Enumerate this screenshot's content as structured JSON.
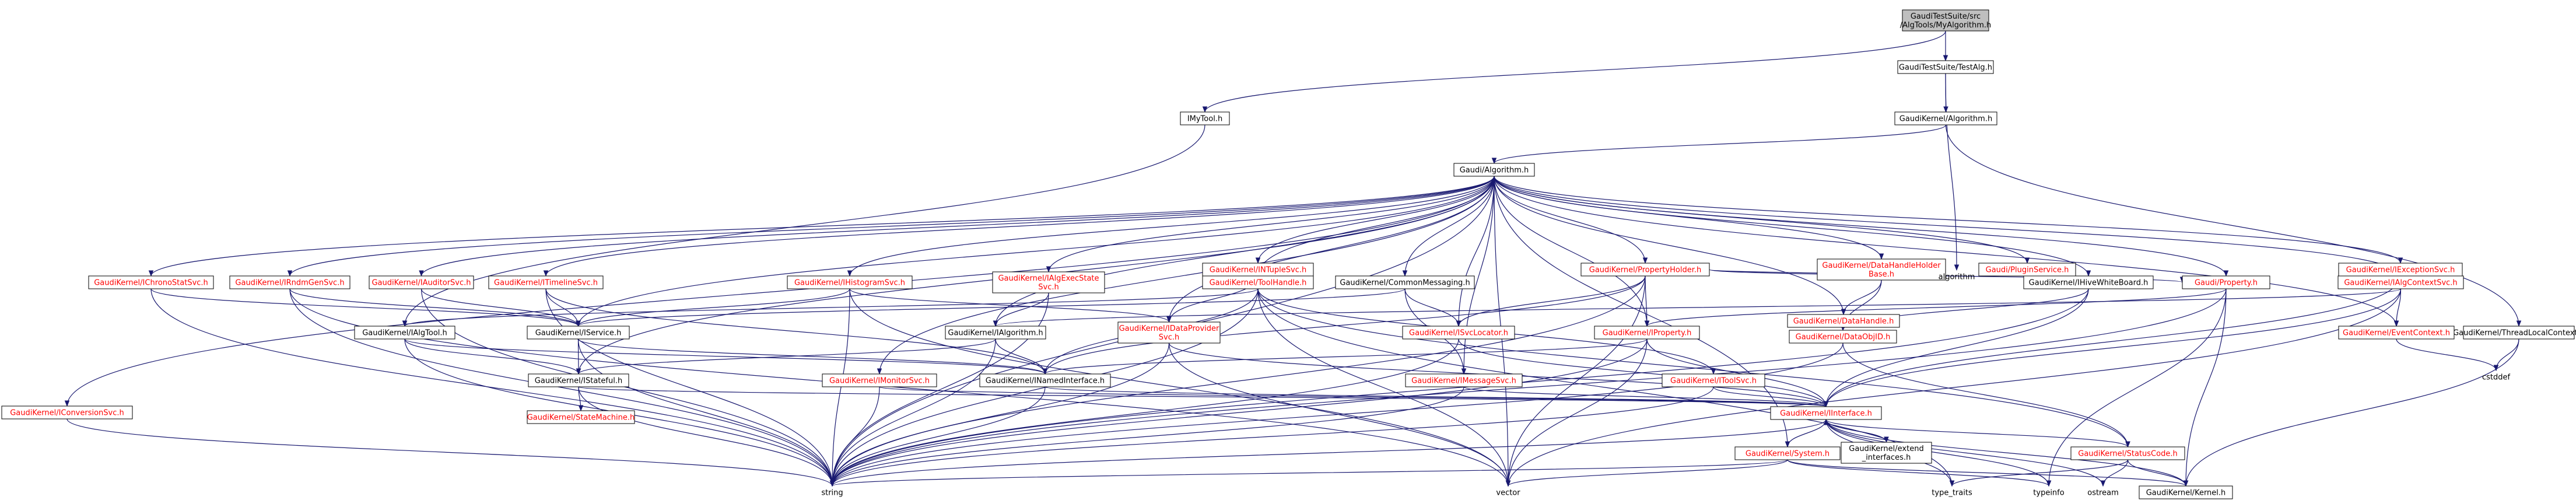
{
  "colors": {
    "edge": "#191970",
    "red_text": "#ff0000",
    "black_text": "#000000",
    "root_fill": "#bfbfbf",
    "plain_fill": "#ffffff"
  },
  "nodes": [
    {
      "id": "root",
      "label": "GaudiTestSuite/src\n/AlgTools/MyAlgorithm.h",
      "style": "root"
    },
    {
      "id": "testalg",
      "label": "GaudiTestSuite/TestAlg.h",
      "style": "black"
    },
    {
      "id": "imytool",
      "label": "IMyTool.h",
      "style": "black"
    },
    {
      "id": "kalgorithm",
      "label": "GaudiKernel/Algorithm.h",
      "style": "black"
    },
    {
      "id": "galgorithm",
      "label": "Gaudi/Algorithm.h",
      "style": "black"
    },
    {
      "id": "ichrono",
      "label": "GaudiKernel/IChronoStatSvc.h",
      "style": "red"
    },
    {
      "id": "irndm",
      "label": "GaudiKernel/IRndmGenSvc.h",
      "style": "red"
    },
    {
      "id": "iauditor",
      "label": "GaudiKernel/IAuditorSvc.h",
      "style": "red"
    },
    {
      "id": "itimeline",
      "label": "GaudiKernel/ITimelineSvc.h",
      "style": "red"
    },
    {
      "id": "ihisto",
      "label": "GaudiKernel/IHistogramSvc.h",
      "style": "red"
    },
    {
      "id": "ialgexec",
      "label": "GaudiKernel/IAlgExecState\nSvc.h",
      "style": "red"
    },
    {
      "id": "intuple",
      "label": "GaudiKernel/INTupleSvc.h",
      "style": "red"
    },
    {
      "id": "toolhandle",
      "label": "GaudiKernel/ToolHandle.h",
      "style": "red"
    },
    {
      "id": "commonmsg",
      "label": "GaudiKernel/CommonMessaging.h",
      "style": "black"
    },
    {
      "id": "propholder",
      "label": "GaudiKernel/PropertyHolder.h",
      "style": "red"
    },
    {
      "id": "dhholder",
      "label": "GaudiKernel/DataHandleHolder\nBase.h",
      "style": "red"
    },
    {
      "id": "pluginsvc",
      "label": "Gaudi/PluginService.h",
      "style": "red"
    },
    {
      "id": "ihivewb",
      "label": "GaudiKernel/IHiveWhiteBoard.h",
      "style": "black"
    },
    {
      "id": "gproperty",
      "label": "Gaudi/Property.h",
      "style": "red"
    },
    {
      "id": "ialgctx",
      "label": "GaudiKernel/IAlgContextSvc.h",
      "style": "red"
    },
    {
      "id": "iexception",
      "label": "GaudiKernel/IExceptionSvc.h",
      "style": "red"
    },
    {
      "id": "threadlocal",
      "label": "GaudiKernel/ThreadLocalContext.h",
      "style": "black"
    },
    {
      "id": "algorithm_std",
      "label": "algorithm",
      "style": "plain"
    },
    {
      "id": "ialgtool",
      "label": "GaudiKernel/IAlgTool.h",
      "style": "black"
    },
    {
      "id": "iservice",
      "label": "GaudiKernel/IService.h",
      "style": "black"
    },
    {
      "id": "ialgorithm",
      "label": "GaudiKernel/IAlgorithm.h",
      "style": "black"
    },
    {
      "id": "idataprov",
      "label": "GaudiKernel/IDataProvider\nSvc.h",
      "style": "red"
    },
    {
      "id": "isvclocator",
      "label": "GaudiKernel/ISvcLocator.h",
      "style": "red"
    },
    {
      "id": "datahandle",
      "label": "GaudiKernel/DataHandle.h",
      "style": "red"
    },
    {
      "id": "iproperty",
      "label": "GaudiKernel/IProperty.h",
      "style": "red"
    },
    {
      "id": "dataobjid",
      "label": "GaudiKernel/DataObjID.h",
      "style": "red"
    },
    {
      "id": "ieventctx",
      "label": "GaudiKernel/EventContext.h",
      "style": "red"
    },
    {
      "id": "cstddef",
      "label": "cstddef",
      "style": "plain"
    },
    {
      "id": "istateful",
      "label": "GaudiKernel/IStateful.h",
      "style": "black"
    },
    {
      "id": "inamed",
      "label": "GaudiKernel/INamedInterface.h",
      "style": "black"
    },
    {
      "id": "imonitor",
      "label": "GaudiKernel/IMonitorSvc.h",
      "style": "red"
    },
    {
      "id": "imessage",
      "label": "GaudiKernel/IMessageSvc.h",
      "style": "red"
    },
    {
      "id": "itoolsvc",
      "label": "GaudiKernel/IToolSvc.h",
      "style": "red"
    },
    {
      "id": "iconversion",
      "label": "GaudiKernel/IConversionSvc.h",
      "style": "red"
    },
    {
      "id": "statemachine",
      "label": "GaudiKernel/StateMachine.h",
      "style": "red"
    },
    {
      "id": "iinterface",
      "label": "GaudiKernel/IInterface.h",
      "style": "red"
    },
    {
      "id": "system",
      "label": "GaudiKernel/System.h",
      "style": "red"
    },
    {
      "id": "extend",
      "label": "GaudiKernel/extend\n_interfaces.h",
      "style": "black"
    },
    {
      "id": "statuscode",
      "label": "GaudiKernel/StatusCode.h",
      "style": "red"
    },
    {
      "id": "string",
      "label": "string",
      "style": "plain"
    },
    {
      "id": "vector",
      "label": "vector",
      "style": "plain"
    },
    {
      "id": "type_traits",
      "label": "type_traits",
      "style": "plain"
    },
    {
      "id": "typeinfo",
      "label": "typeinfo",
      "style": "plain"
    },
    {
      "id": "ostream",
      "label": "ostream",
      "style": "plain"
    },
    {
      "id": "kernel",
      "label": "GaudiKernel/Kernel.h",
      "style": "black"
    }
  ],
  "edges": [
    [
      "root",
      "testalg"
    ],
    [
      "root",
      "imytool"
    ],
    [
      "testalg",
      "kalgorithm"
    ],
    [
      "testalg",
      "algorithm_std"
    ],
    [
      "imytool",
      "ialgtool"
    ],
    [
      "kalgorithm",
      "galgorithm"
    ],
    [
      "kalgorithm",
      "threadlocal"
    ],
    [
      "galgorithm",
      "ichrono"
    ],
    [
      "galgorithm",
      "irndm"
    ],
    [
      "galgorithm",
      "iauditor"
    ],
    [
      "galgorithm",
      "itimeline"
    ],
    [
      "galgorithm",
      "ihisto"
    ],
    [
      "galgorithm",
      "ialgexec"
    ],
    [
      "galgorithm",
      "intuple"
    ],
    [
      "galgorithm",
      "toolhandle"
    ],
    [
      "galgorithm",
      "commonmsg"
    ],
    [
      "galgorithm",
      "propholder"
    ],
    [
      "galgorithm",
      "dhholder"
    ],
    [
      "galgorithm",
      "pluginsvc"
    ],
    [
      "galgorithm",
      "ihivewb"
    ],
    [
      "galgorithm",
      "gproperty"
    ],
    [
      "galgorithm",
      "ialgctx"
    ],
    [
      "galgorithm",
      "iexception"
    ],
    [
      "galgorithm",
      "iconversion"
    ],
    [
      "galgorithm",
      "ialgorithm"
    ],
    [
      "galgorithm",
      "iservice"
    ],
    [
      "galgorithm",
      "isvclocator"
    ],
    [
      "galgorithm",
      "imessage"
    ],
    [
      "galgorithm",
      "imonitor"
    ],
    [
      "galgorithm",
      "istateful"
    ],
    [
      "galgorithm",
      "idataprov"
    ],
    [
      "galgorithm",
      "datahandle"
    ],
    [
      "galgorithm",
      "ieventctx"
    ],
    [
      "galgorithm",
      "string"
    ],
    [
      "galgorithm",
      "vector"
    ],
    [
      "galgorithm",
      "iproperty"
    ],
    [
      "galgorithm",
      "system"
    ],
    [
      "ichrono",
      "iservice"
    ],
    [
      "ichrono",
      "string"
    ],
    [
      "irndm",
      "iservice"
    ],
    [
      "irndm",
      "string"
    ],
    [
      "irndm",
      "vector"
    ],
    [
      "iauditor",
      "iservice"
    ],
    [
      "iauditor",
      "string"
    ],
    [
      "itimeline",
      "iservice"
    ],
    [
      "itimeline",
      "string"
    ],
    [
      "itimeline",
      "inamed"
    ],
    [
      "ihisto",
      "iservice"
    ],
    [
      "ihisto",
      "string"
    ],
    [
      "ihisto",
      "idataprov"
    ],
    [
      "ihisto",
      "vector"
    ],
    [
      "ialgexec",
      "ialgorithm"
    ],
    [
      "ialgexec",
      "string"
    ],
    [
      "intuple",
      "idataprov"
    ],
    [
      "toolhandle",
      "ialgtool"
    ],
    [
      "toolhandle",
      "itoolsvc"
    ],
    [
      "toolhandle",
      "inamed"
    ],
    [
      "toolhandle",
      "statuscode"
    ],
    [
      "toolhandle",
      "string"
    ],
    [
      "toolhandle",
      "vector"
    ],
    [
      "toolhandle",
      "type_traits"
    ],
    [
      "commonmsg",
      "iservice"
    ],
    [
      "commonmsg",
      "isvclocator"
    ],
    [
      "commonmsg",
      "imessage"
    ],
    [
      "propholder",
      "iproperty"
    ],
    [
      "propholder",
      "gproperty"
    ],
    [
      "propholder",
      "string"
    ],
    [
      "propholder",
      "vector"
    ],
    [
      "propholder",
      "algorithm_std"
    ],
    [
      "propholder",
      "inamed"
    ],
    [
      "propholder",
      "isvclocator"
    ],
    [
      "dhholder",
      "datahandle"
    ],
    [
      "dhholder",
      "dataobjid"
    ],
    [
      "dhholder",
      "algorithm_std"
    ],
    [
      "ihivewb",
      "iinterface"
    ],
    [
      "ihivewb",
      "dataobjid"
    ],
    [
      "ihivewb",
      "string"
    ],
    [
      "gproperty",
      "iproperty"
    ],
    [
      "gproperty",
      "kernel"
    ],
    [
      "gproperty",
      "string"
    ],
    [
      "gproperty",
      "typeinfo"
    ],
    [
      "ialgctx",
      "ieventctx"
    ],
    [
      "ialgctx",
      "iinterface"
    ],
    [
      "ialgctx",
      "vector"
    ],
    [
      "ialgctx",
      "ialgorithm"
    ],
    [
      "iexception",
      "iinterface"
    ],
    [
      "threadlocal",
      "kernel"
    ],
    [
      "threadlocal",
      "cstddef"
    ],
    [
      "ialgtool",
      "istateful"
    ],
    [
      "ialgtool",
      "inamed"
    ],
    [
      "ialgtool",
      "string"
    ],
    [
      "iservice",
      "istateful"
    ],
    [
      "iservice",
      "inamed"
    ],
    [
      "iservice",
      "string"
    ],
    [
      "ialgorithm",
      "istateful"
    ],
    [
      "ialgorithm",
      "inamed"
    ],
    [
      "ialgorithm",
      "string"
    ],
    [
      "idataprov",
      "iinterface"
    ],
    [
      "idataprov",
      "string"
    ],
    [
      "idataprov",
      "vector"
    ],
    [
      "isvclocator",
      "iinterface"
    ],
    [
      "isvclocator",
      "string"
    ],
    [
      "datahandle",
      "dataobjid"
    ],
    [
      "iproperty",
      "iinterface"
    ],
    [
      "iproperty",
      "inamed"
    ],
    [
      "iproperty",
      "string"
    ],
    [
      "iproperty",
      "vector"
    ],
    [
      "dataobjid",
      "statuscode"
    ],
    [
      "dataobjid",
      "string"
    ],
    [
      "ieventctx",
      "cstddef"
    ],
    [
      "istateful",
      "iinterface"
    ],
    [
      "istateful",
      "statemachine"
    ],
    [
      "istateful",
      "string"
    ],
    [
      "inamed",
      "iinterface"
    ],
    [
      "inamed",
      "string"
    ],
    [
      "imonitor",
      "iinterface"
    ],
    [
      "imonitor",
      "string"
    ],
    [
      "imessage",
      "iinterface"
    ],
    [
      "imessage",
      "string"
    ],
    [
      "itoolsvc",
      "iinterface"
    ],
    [
      "itoolsvc",
      "string"
    ],
    [
      "iconversion",
      "string"
    ],
    [
      "iinterface",
      "system"
    ],
    [
      "iinterface",
      "extend"
    ],
    [
      "iinterface",
      "statuscode"
    ],
    [
      "iinterface",
      "kernel"
    ],
    [
      "iinterface",
      "string"
    ],
    [
      "iinterface",
      "ostream"
    ],
    [
      "iinterface",
      "type_traits"
    ],
    [
      "iinterface",
      "typeinfo"
    ],
    [
      "system",
      "string"
    ],
    [
      "system",
      "vector"
    ],
    [
      "system",
      "typeinfo"
    ],
    [
      "system",
      "kernel"
    ],
    [
      "extend",
      "iinterface"
    ],
    [
      "statuscode",
      "kernel"
    ],
    [
      "statuscode",
      "ostream"
    ],
    [
      "statuscode",
      "type_traits"
    ]
  ]
}
